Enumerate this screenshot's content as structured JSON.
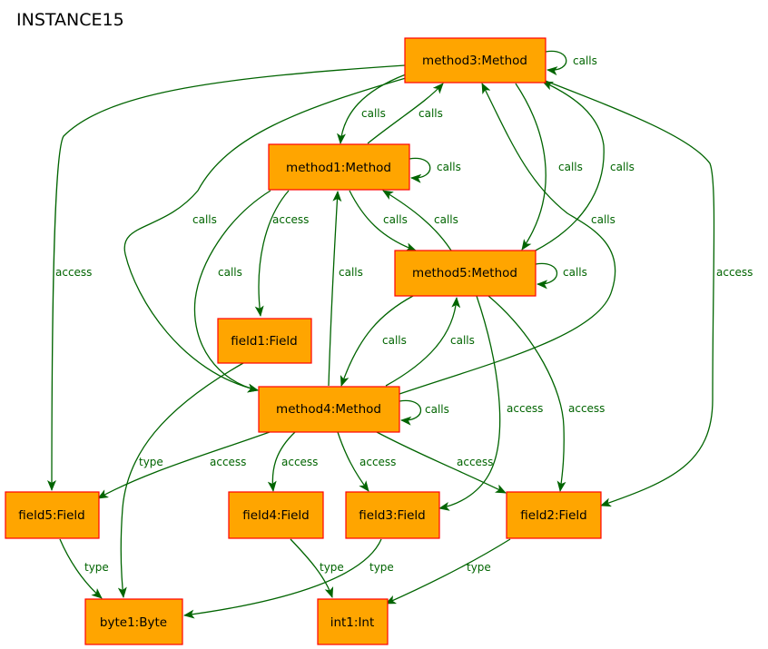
{
  "title": "INSTANCE15",
  "colors": {
    "node_fill": "#ffa500",
    "node_border": "#ff0000",
    "edge": "#006400"
  },
  "nodes": {
    "method3": "method3:Method",
    "method1": "method1:Method",
    "method5": "method5:Method",
    "method4": "method4:Method",
    "field1": "field1:Field",
    "field5": "field5:Field",
    "field4": "field4:Field",
    "field3": "field3:Field",
    "field2": "field2:Field",
    "byte1": "byte1:Byte",
    "int1": "int1:Int"
  },
  "edges": [
    {
      "from": "method3",
      "to": "method3",
      "label": "calls"
    },
    {
      "from": "method3",
      "to": "method1",
      "label": "calls"
    },
    {
      "from": "method1",
      "to": "method3",
      "label": "calls"
    },
    {
      "from": "method3",
      "to": "field5",
      "label": "access"
    },
    {
      "from": "method3",
      "to": "method4",
      "label": "calls"
    },
    {
      "from": "method3",
      "to": "method5",
      "label": "calls"
    },
    {
      "from": "method5",
      "to": "method3",
      "label": "calls"
    },
    {
      "from": "method4",
      "to": "method3",
      "label": "calls"
    },
    {
      "from": "method3",
      "to": "field2",
      "label": "access"
    },
    {
      "from": "method1",
      "to": "method1",
      "label": "calls"
    },
    {
      "from": "method1",
      "to": "field1",
      "label": "access"
    },
    {
      "from": "method1",
      "to": "method4",
      "label": "calls"
    },
    {
      "from": "method1",
      "to": "method5",
      "label": "calls"
    },
    {
      "from": "method5",
      "to": "method1",
      "label": "calls"
    },
    {
      "from": "method4",
      "to": "method1",
      "label": "calls"
    },
    {
      "from": "method5",
      "to": "method5",
      "label": "calls"
    },
    {
      "from": "method5",
      "to": "method4",
      "label": "calls"
    },
    {
      "from": "method4",
      "to": "method5",
      "label": "calls"
    },
    {
      "from": "method5",
      "to": "field3",
      "label": "access"
    },
    {
      "from": "method5",
      "to": "field2",
      "label": "access"
    },
    {
      "from": "method4",
      "to": "method4",
      "label": "calls"
    },
    {
      "from": "method4",
      "to": "field5",
      "label": "access"
    },
    {
      "from": "method4",
      "to": "field4",
      "label": "access"
    },
    {
      "from": "method4",
      "to": "field3",
      "label": "access"
    },
    {
      "from": "method4",
      "to": "field2",
      "label": "access"
    },
    {
      "from": "field1",
      "to": "byte1",
      "label": "type"
    },
    {
      "from": "field5",
      "to": "byte1",
      "label": "type"
    },
    {
      "from": "field4",
      "to": "int1",
      "label": "type"
    },
    {
      "from": "field3",
      "to": "byte1",
      "label": "type"
    },
    {
      "from": "field2",
      "to": "int1",
      "label": "type"
    }
  ]
}
